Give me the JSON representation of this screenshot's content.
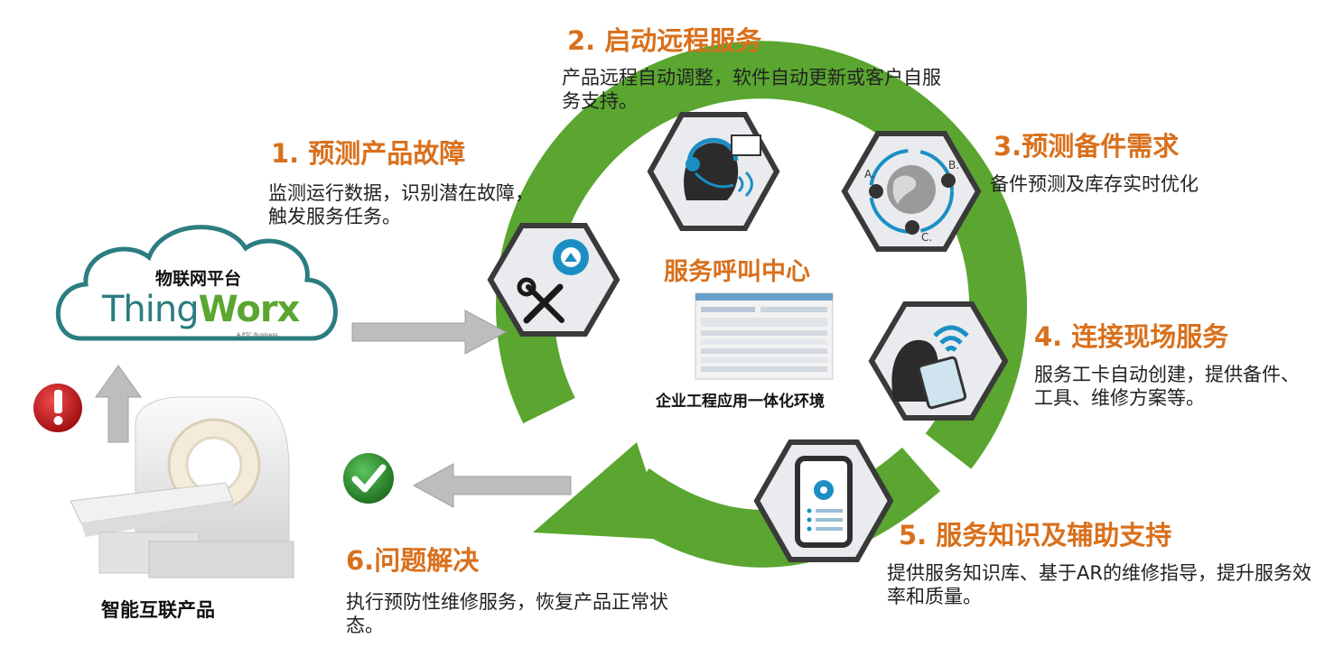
{
  "colors": {
    "accent_orange": "#d9701c",
    "ring_green": "#5aa630",
    "hex_border": "#3a3a3a",
    "hex_fill": "#e9ebee",
    "arrow_gray": "#b5b5b5",
    "alert_red": "#c8151b",
    "check_green": "#2e8b2e",
    "cloud_teal": "#2b7d80"
  },
  "iot": {
    "platform_label": "物联网平台",
    "brand_thing": "Thing",
    "brand_worx": "Worx",
    "brand_sub": "A PTC Business"
  },
  "device": {
    "label": "智能互联产品"
  },
  "center": {
    "title": "服务呼叫中心",
    "subtitle": "企业工程应用一体化环境"
  },
  "steps": [
    {
      "title": "1. 预测产品故障",
      "desc": "监测运行数据，识别潜在故障，触发服务任务。",
      "icon": "tools-icon"
    },
    {
      "title": "2. 启动远程服务",
      "desc": "产品远程自动调整，软件自动更新或客户自服务支持。",
      "icon": "headset-agent-icon"
    },
    {
      "title": "3.预测备件需求",
      "desc": "备件预测及库存实时优化",
      "icon": "globe-gears-icon"
    },
    {
      "title": "4. 连接现场服务",
      "desc": "服务工卡自动创建，提供备件、工具、维修方案等。",
      "icon": "tablet-wifi-icon"
    },
    {
      "title": "5. 服务知识及辅助支持",
      "desc": "提供服务知识库、基于AR的维修指导，提升服务效率和质量。",
      "icon": "mobile-gear-icon"
    },
    {
      "title": "6.问题解决",
      "desc": "执行预防性维修服务，恢复产品正常状态。",
      "icon": "checkmark-icon"
    }
  ],
  "globe_labels": {
    "a": "A.",
    "b": "B.",
    "c": "C."
  }
}
